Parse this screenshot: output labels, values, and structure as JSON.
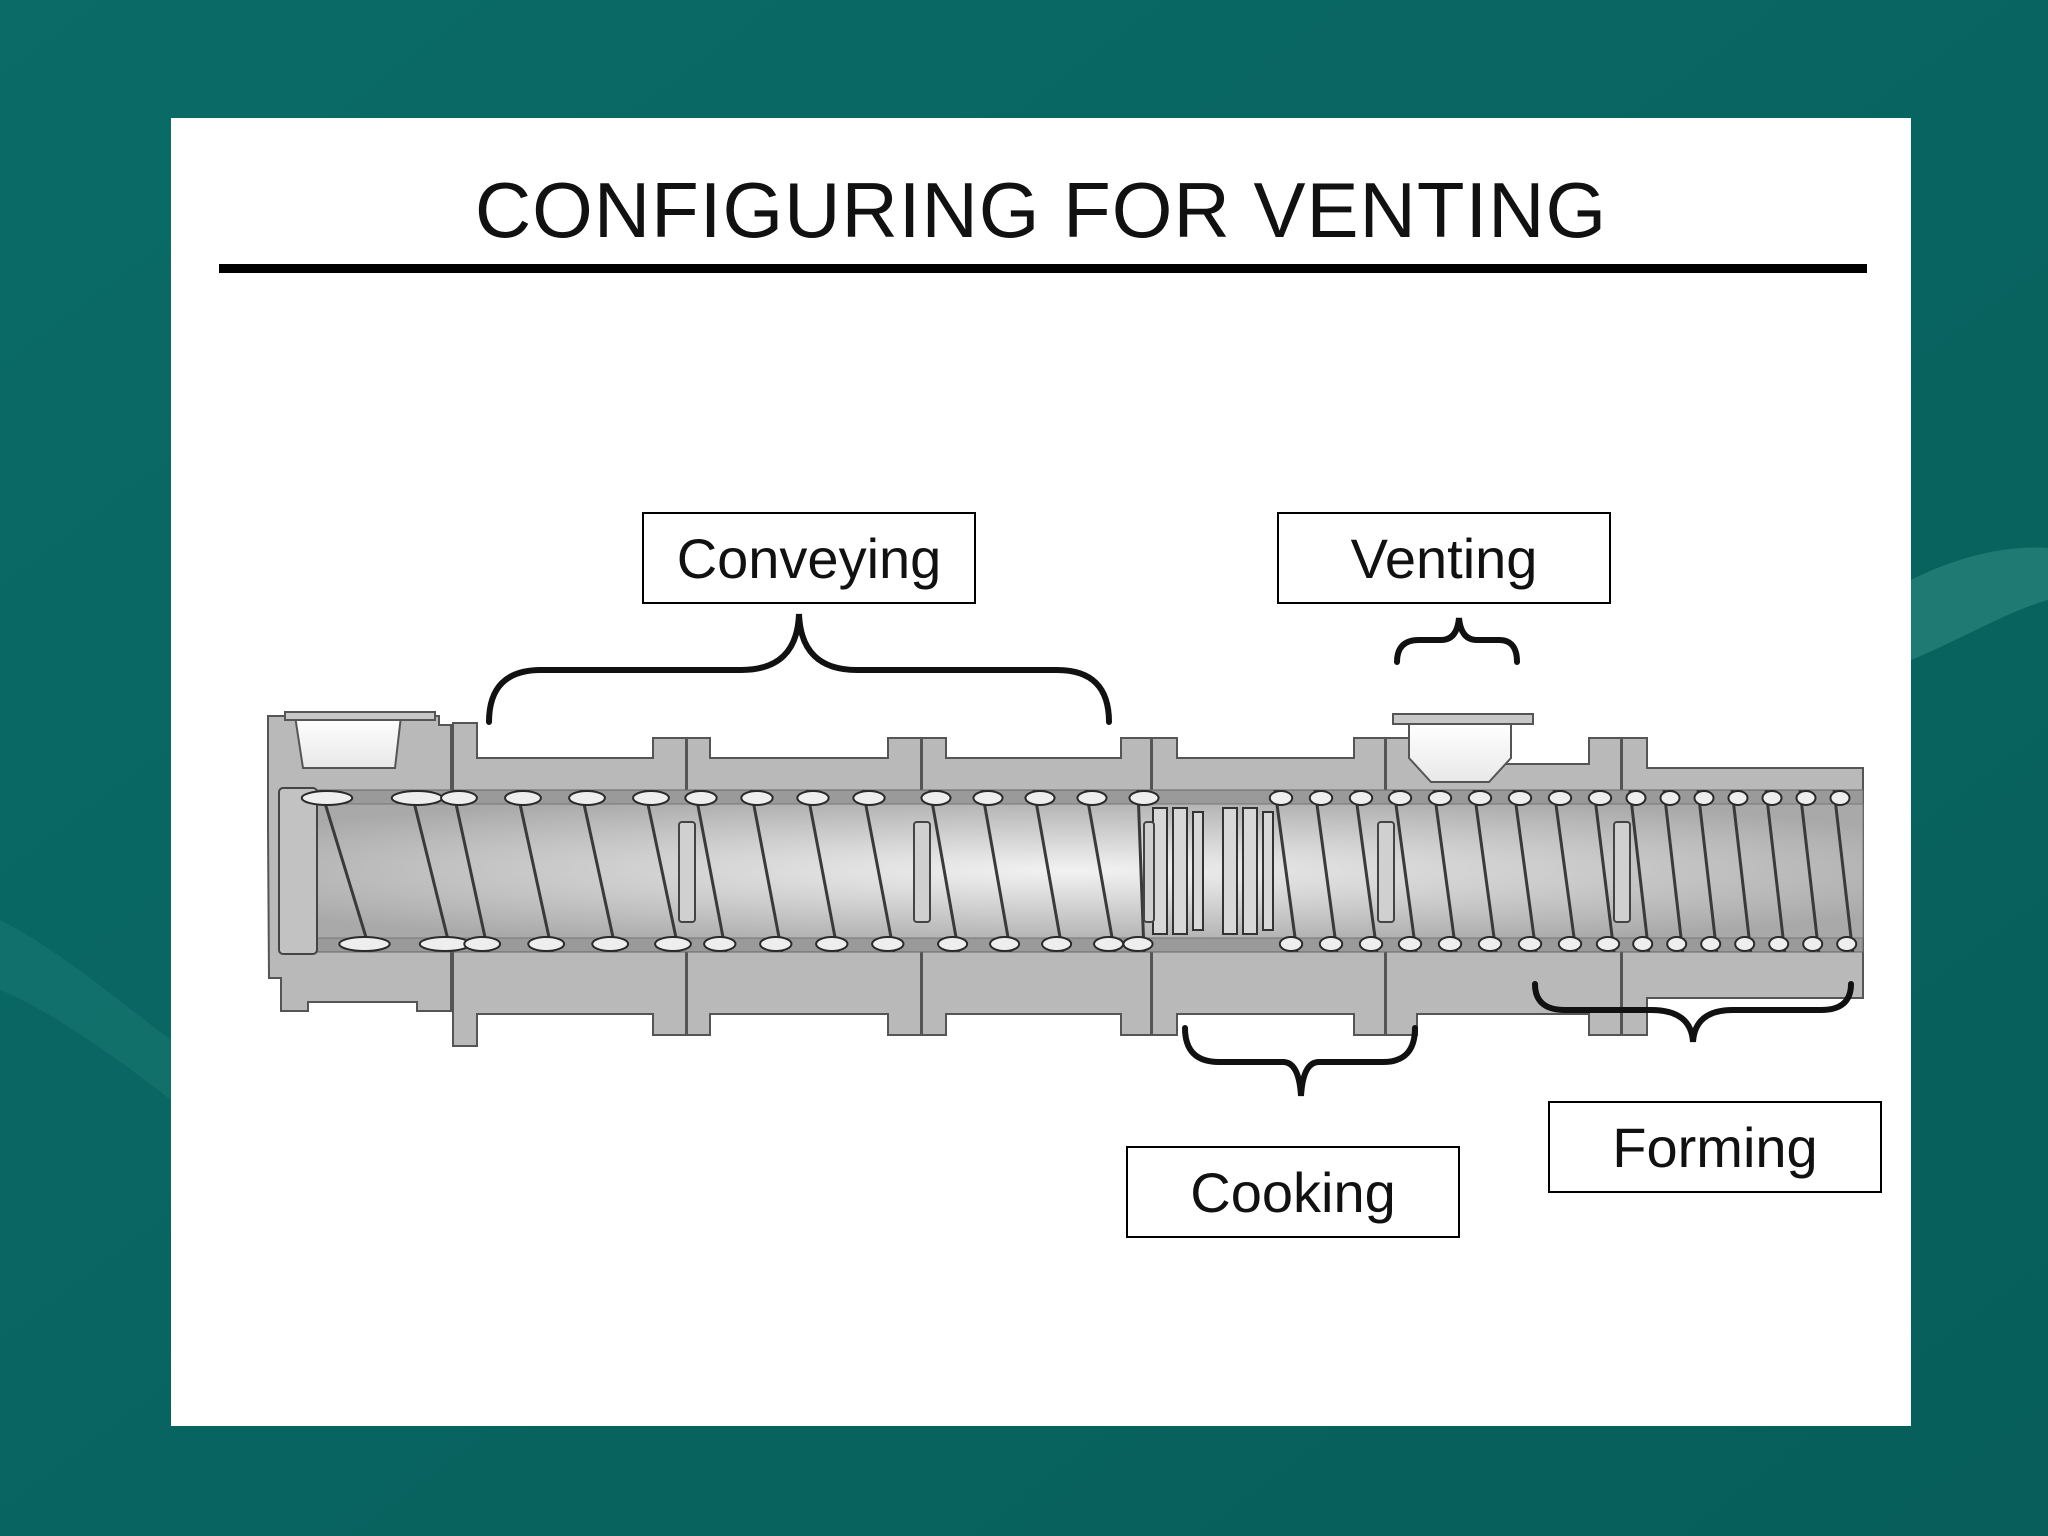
{
  "slide": {
    "title": "CONFIGURING FOR VENTING"
  },
  "diagram": {
    "labels": {
      "conveying": "Conveying",
      "venting": "Venting",
      "cooking": "Cooking",
      "forming": "Forming"
    }
  },
  "colors": {
    "background": "#0a6a66",
    "slide": "#ffffff",
    "barrel": "#b9b9b9",
    "screw": "#d4d4d4",
    "outline": "#000000"
  }
}
